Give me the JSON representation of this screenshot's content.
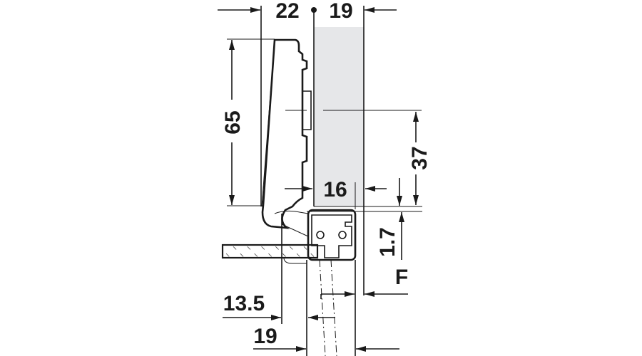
{
  "drawing": {
    "title": "Concealed hinge mounting dimensions",
    "dimensions": {
      "top_left": "22",
      "top_right": "19",
      "height_cup": "65",
      "center_height": "37",
      "door_gap": "16",
      "offset": "1.7",
      "overlay": "F",
      "bottom_upper": "13.5",
      "bottom_lower": "19"
    },
    "colors": {
      "line": "#1a1a1a",
      "door_fill": "#e6e7e9"
    }
  }
}
